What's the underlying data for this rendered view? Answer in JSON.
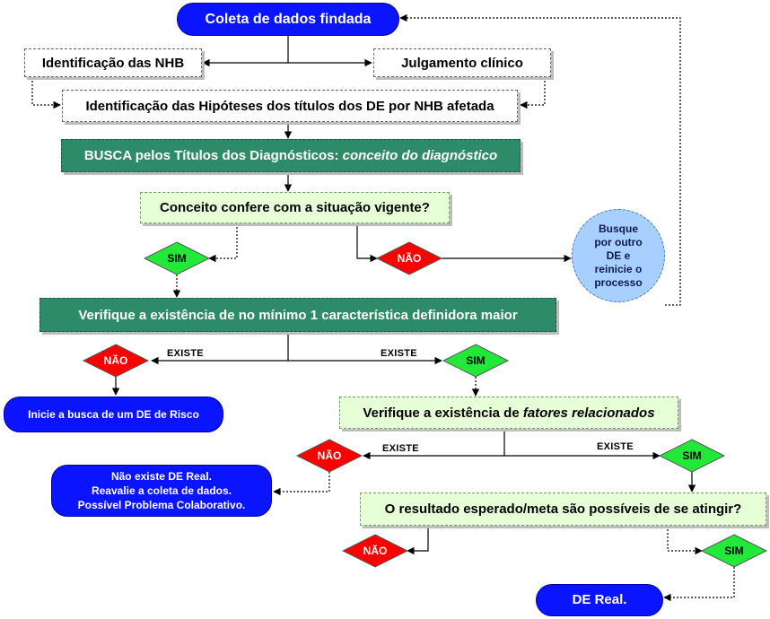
{
  "nodes": {
    "start": "Coleta de dados findada",
    "nhb": "Identificação das NHB",
    "julgamento": "Julgamento clínico",
    "hipoteses": "Identificação das Hipóteses dos títulos dos DE por NHB afetada",
    "busca_plain": "BUSCA pelos Títulos dos Diagnósticos: ",
    "busca_italic": "conceito do diagnóstico",
    "conceito": "Conceito confere com a situação vigente?",
    "busque": [
      "Busque",
      "por outro",
      "DE e",
      "reinicie o",
      "processo"
    ],
    "caracteristica": "Verifique a existência de no mínimo 1 característica definidora maior",
    "risco": "Inicie a busca de um DE de Risco",
    "fatores_plain": "Verifique a existência de ",
    "fatores_italic": "fatores relacionados",
    "nao_existe": [
      "Não existe DE Real.",
      "Reavalie a coleta de dados.",
      "Possível Problema Colaborativo."
    ],
    "resultado": "O resultado esperado/meta são possíveis de se atingir?",
    "de_real": "DE Real."
  },
  "decisions": {
    "yes": "SIM",
    "no": "NÃO"
  },
  "edge_labels": {
    "existe": "EXISTE"
  },
  "colors": {
    "start_blue": "#0a14ff",
    "dark_green": "#2e8b6a",
    "light_green": "#e6ffd6",
    "decision_red": "#ff0000",
    "decision_green": "#22e83a",
    "circle_blue": "#a7cfff"
  }
}
